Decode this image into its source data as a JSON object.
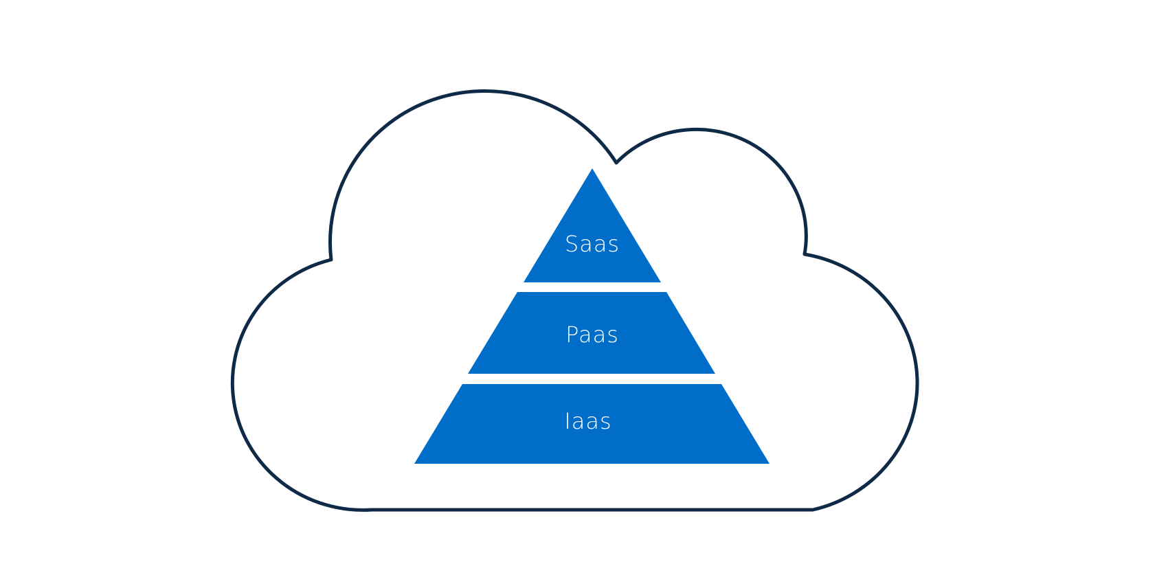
{
  "colors": {
    "background": "#ffffff",
    "cloud_outline": "#0e2a47",
    "tier_fill": "#006dc8",
    "tier_text": "#ffffff"
  },
  "diagram": {
    "icon": "cloud-icon",
    "tiers": [
      {
        "label": "Saas"
      },
      {
        "label": "Paas"
      },
      {
        "label": "Iaas"
      }
    ]
  }
}
